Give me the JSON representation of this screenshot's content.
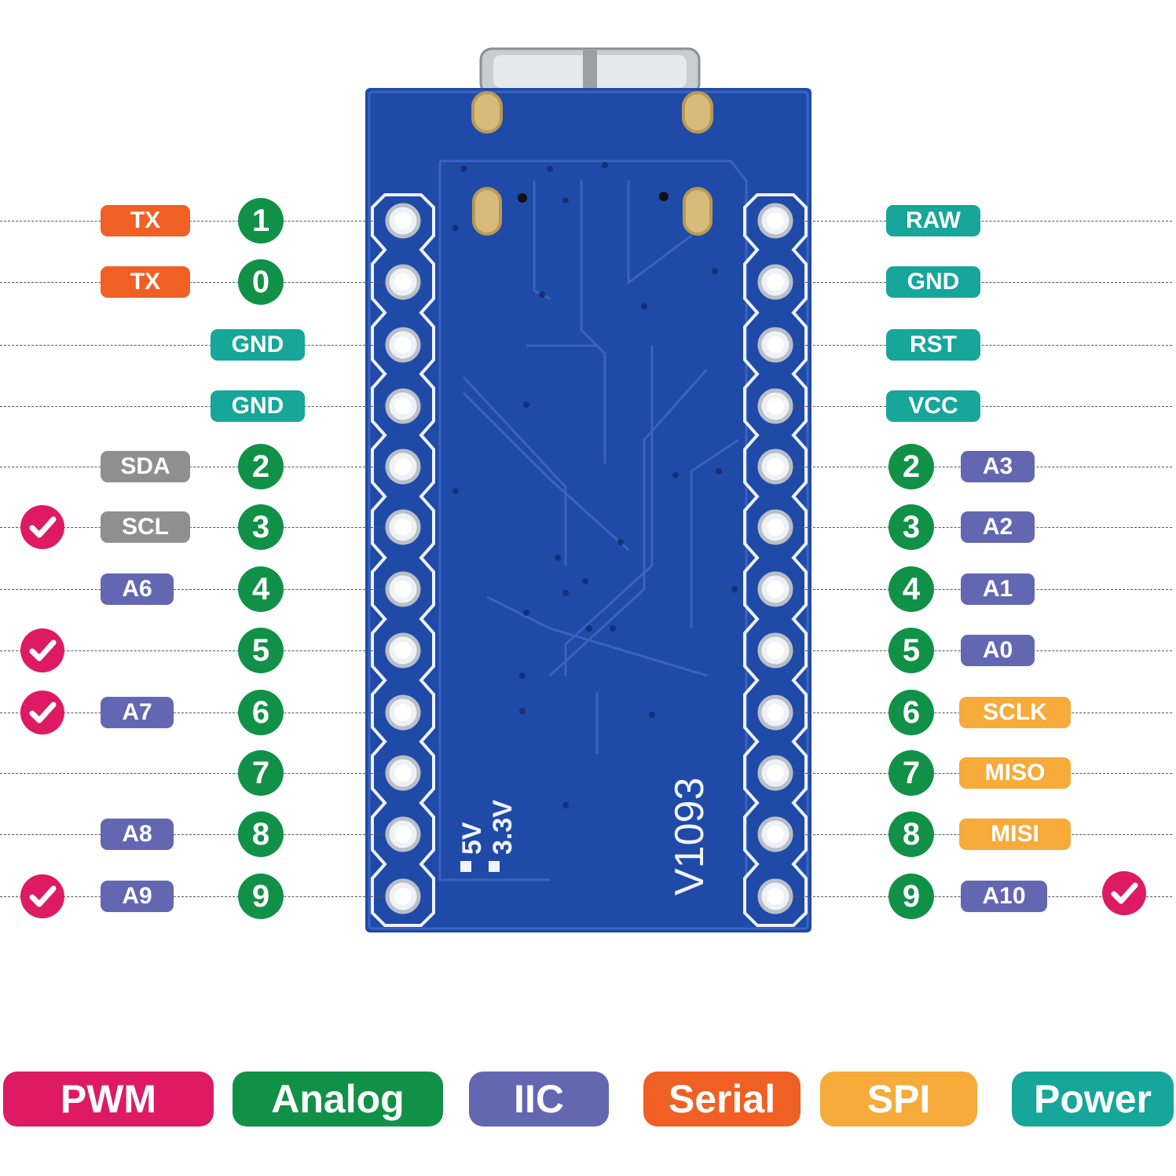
{
  "colors": {
    "pwm": "#de1a64",
    "analog": "#119147",
    "iic": "#6367b2",
    "serial": "#f05f23",
    "spi": "#f6ab3b",
    "power": "#16a69a",
    "sda_scl": "#8f8f8f",
    "board": "#1f4aa8"
  },
  "board": {
    "marking": "V1093",
    "jumper_5v": "5V",
    "jumper_33v": "3.3V"
  },
  "left_pins": [
    {
      "num": "1",
      "labels": [
        {
          "text": "TX",
          "group": "serial"
        }
      ],
      "pwm": false
    },
    {
      "num": "0",
      "labels": [
        {
          "text": "TX",
          "group": "serial"
        }
      ],
      "pwm": false
    },
    {
      "num": "",
      "labels": [
        {
          "text": "GND",
          "group": "power"
        }
      ],
      "pwm": false
    },
    {
      "num": "",
      "labels": [
        {
          "text": "GND",
          "group": "power"
        }
      ],
      "pwm": false
    },
    {
      "num": "2",
      "labels": [
        {
          "text": "SDA",
          "group": "sda_scl"
        }
      ],
      "pwm": false
    },
    {
      "num": "3",
      "labels": [
        {
          "text": "SCL",
          "group": "sda_scl"
        }
      ],
      "pwm": true
    },
    {
      "num": "4",
      "labels": [
        {
          "text": "A6",
          "group": "iic"
        }
      ],
      "pwm": false
    },
    {
      "num": "5",
      "labels": [],
      "pwm": true
    },
    {
      "num": "6",
      "labels": [
        {
          "text": "A7",
          "group": "iic"
        }
      ],
      "pwm": true
    },
    {
      "num": "7",
      "labels": [],
      "pwm": false
    },
    {
      "num": "8",
      "labels": [
        {
          "text": "A8",
          "group": "iic"
        }
      ],
      "pwm": false
    },
    {
      "num": "9",
      "labels": [
        {
          "text": "A9",
          "group": "iic"
        }
      ],
      "pwm": true
    }
  ],
  "right_pins": [
    {
      "num": "",
      "labels": [
        {
          "text": "RAW",
          "group": "power"
        }
      ],
      "pwm": false
    },
    {
      "num": "",
      "labels": [
        {
          "text": "GND",
          "group": "power"
        }
      ],
      "pwm": false
    },
    {
      "num": "",
      "labels": [
        {
          "text": "RST",
          "group": "power"
        }
      ],
      "pwm": false
    },
    {
      "num": "",
      "labels": [
        {
          "text": "VCC",
          "group": "power"
        }
      ],
      "pwm": false
    },
    {
      "num": "2",
      "labels": [
        {
          "text": "A3",
          "group": "iic"
        }
      ],
      "pwm": false
    },
    {
      "num": "3",
      "labels": [
        {
          "text": "A2",
          "group": "iic"
        }
      ],
      "pwm": false
    },
    {
      "num": "4",
      "labels": [
        {
          "text": "A1",
          "group": "iic"
        }
      ],
      "pwm": false
    },
    {
      "num": "5",
      "labels": [
        {
          "text": "A0",
          "group": "iic"
        }
      ],
      "pwm": false
    },
    {
      "num": "6",
      "labels": [
        {
          "text": "SCLK",
          "group": "spi"
        }
      ],
      "pwm": false
    },
    {
      "num": "7",
      "labels": [
        {
          "text": "MISO",
          "group": "spi"
        }
      ],
      "pwm": false
    },
    {
      "num": "8",
      "labels": [
        {
          "text": "MISI",
          "group": "spi"
        }
      ],
      "pwm": false
    },
    {
      "num": "9",
      "labels": [
        {
          "text": "A10",
          "group": "iic"
        }
      ],
      "pwm": true
    }
  ],
  "legend": [
    {
      "text": "PWM",
      "group": "pwm"
    },
    {
      "text": "Analog",
      "group": "analog"
    },
    {
      "text": "IIC",
      "group": "iic"
    },
    {
      "text": "Serial",
      "group": "serial"
    },
    {
      "text": "SPI",
      "group": "spi"
    },
    {
      "text": "Power",
      "group": "power"
    }
  ]
}
